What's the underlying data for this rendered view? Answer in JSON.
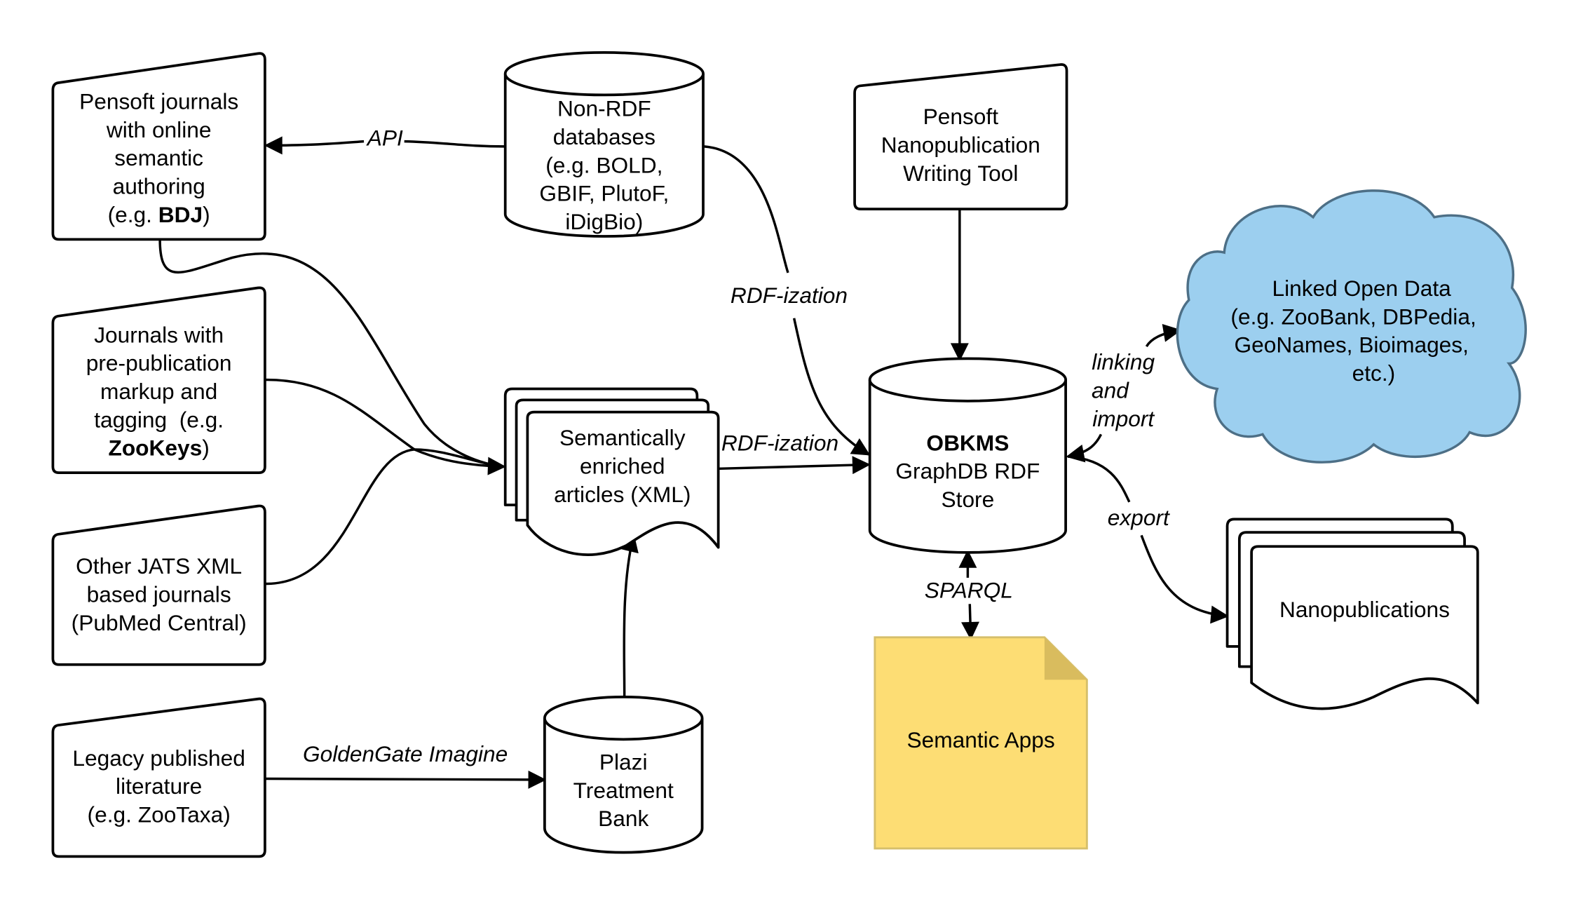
{
  "diagram": {
    "nodes": {
      "pensoft_journals": {
        "lines": [
          "Pensoft journals",
          "with online",
          "semantic",
          "authoring"
        ],
        "last_prefix": "(e.g. ",
        "last_bold": "BDJ",
        "last_suffix": ")"
      },
      "prepub_journals": {
        "lines": [
          "Journals with",
          "pre-publication",
          "markup and",
          "tagging  (e.g."
        ],
        "last_prefix": "",
        "last_bold": "ZooKeys",
        "last_suffix": ")"
      },
      "jats_journals": {
        "lines": [
          "Other JATS XML",
          "based journals",
          "(PubMed Central)"
        ]
      },
      "legacy_literature": {
        "lines": [
          "Legacy published",
          "literature",
          "(e.g. ZooTaxa)"
        ]
      },
      "non_rdf_databases": {
        "lines": [
          "Non-RDF",
          "databases",
          "(e.g. BOLD,",
          "GBIF, PlutoF,",
          "iDigBio)"
        ]
      },
      "enriched_articles": {
        "lines": [
          "Semantically",
          "enriched",
          "articles (XML)"
        ]
      },
      "plazi": {
        "lines": [
          "Plazi",
          "Treatment",
          "Bank"
        ]
      },
      "nanopub_tool": {
        "lines": [
          "Pensoft",
          "Nanopublication",
          "Writing Tool"
        ]
      },
      "obkms": {
        "title": "OBKMS",
        "lines": [
          "GraphDB RDF",
          "Store"
        ]
      },
      "lod_cloud": {
        "lines": [
          "Linked Open Data",
          "(e.g. ZooBank, DBPedia,",
          "GeoNames, Bioimages,",
          "etc.)"
        ]
      },
      "nanopublications": {
        "lines": [
          "Nanopublications"
        ]
      },
      "semantic_apps": {
        "lines": [
          "Semantic Apps"
        ]
      }
    },
    "edges": {
      "api": "API",
      "rdfization_db": "RDF-ization",
      "rdfization_articles": "RDF-ization",
      "goldengate_prefix": "GoldenGate ",
      "goldengate_suffix": "Imagine",
      "linking_import": [
        "linking",
        "and",
        "import"
      ],
      "export": "export",
      "sparql": "SPARQL"
    },
    "colors": {
      "cloud_fill": "#9ccfef",
      "cloud_stroke": "#4d6f86",
      "note_fill": "#fddd74",
      "note_fold": "#d9bc5e",
      "note_stroke": "#d6bf6b"
    }
  }
}
